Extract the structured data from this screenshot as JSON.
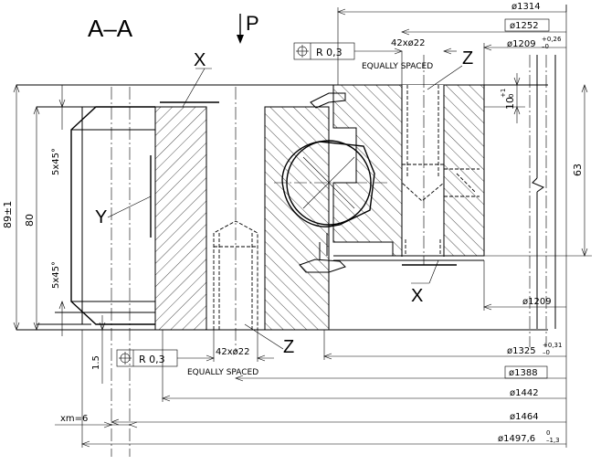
{
  "section_label": "A–A",
  "view_label": "P",
  "callouts": {
    "x_top": "X",
    "x_bottom": "X",
    "y": "Y",
    "z_top": "Z",
    "z_bottom": "Z"
  },
  "tolerance_top": {
    "value": "R 0,3",
    "note": "EQUALLY SPACED",
    "holes": "42xø22"
  },
  "tolerance_bottom": {
    "value": "R 0,3",
    "note": "EQUALLY SPACED",
    "holes": "42xø22"
  },
  "diameters": {
    "d1314": "ø1314",
    "d1252": "ø1252",
    "d1209_top_base": "ø1209",
    "d1209_top_tol_upper": "+0,26",
    "d1209_top_tol_lower": "–0",
    "d1209": "ø1209",
    "d1325_base": "ø1325",
    "d1325_tol_upper": "+0,31",
    "d1325_tol_lower": "–0",
    "d1388": "ø1388",
    "d1442": "ø1442",
    "d1464": "ø1464",
    "d1497_base": "ø1497,6",
    "d1497_tol_upper": "0",
    "d1497_tol_lower": "–1,3"
  },
  "heights": {
    "h89": "89±1",
    "h80": "80",
    "chamfer_top": "5x45°",
    "chamfer_bottom": "5x45°",
    "h1_5": "1.5",
    "h63": "63",
    "h10_base": "10",
    "h10_tol_upper": "+1",
    "h10_tol_lower": "0",
    "xm": "xm=6"
  }
}
